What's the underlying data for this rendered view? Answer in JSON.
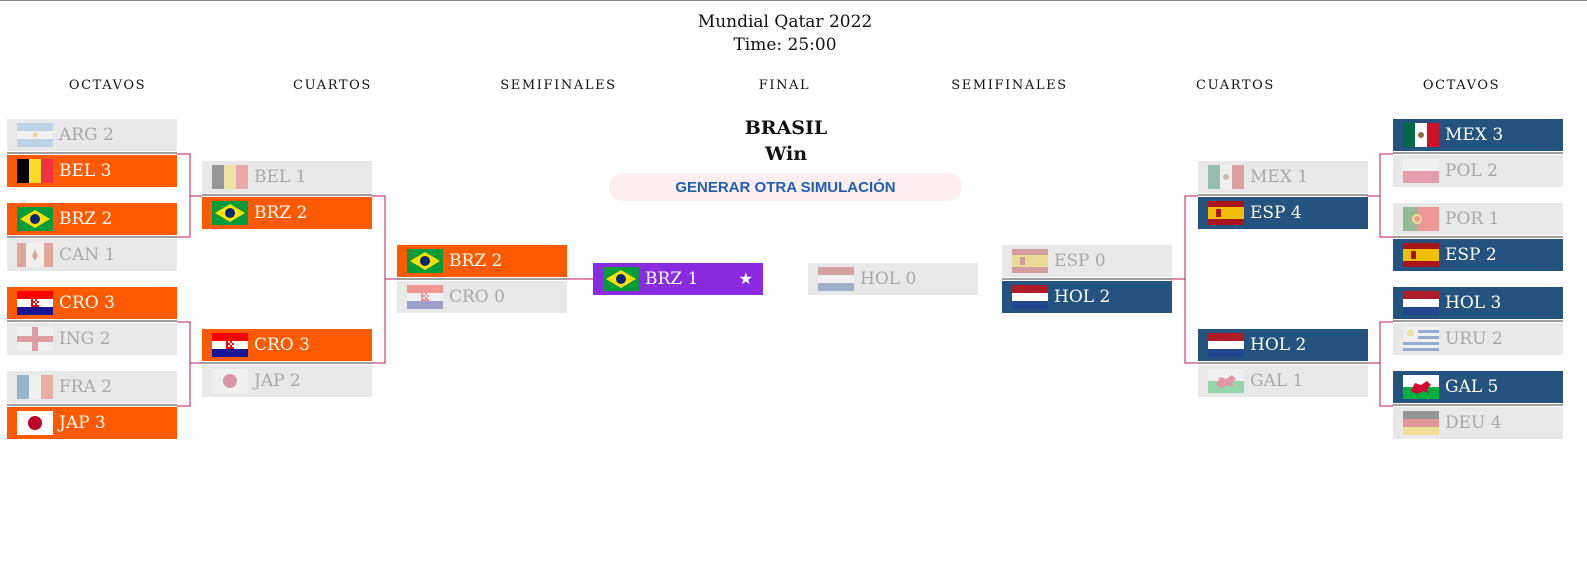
{
  "header": {
    "title": "Mundial Qatar 2022",
    "time": "Time: 25:00"
  },
  "rounds": {
    "left": [
      "OCTAVOS",
      "CUARTOS",
      "SEMIFINALES"
    ],
    "center": "FINAL",
    "right": [
      "SEMIFINALES",
      "CUARTOS",
      "OCTAVOS"
    ]
  },
  "result": {
    "champion": "BRASIL",
    "status": "Win",
    "button_label": "GENERAR OTRA SIMULACIÓN"
  },
  "colors": {
    "left_winner": "#ff5a00",
    "right_winner": "#24537f",
    "champion": "#8a2be2",
    "loser": "#e8e8e8",
    "connector": "#c2185b",
    "button_text": "#1e5fb4"
  },
  "slots": [
    {
      "id": "l16_1a",
      "flag": "arg",
      "label": "ARG 2",
      "state": "loser"
    },
    {
      "id": "l16_1b",
      "flag": "bel",
      "label": "BEL 3",
      "state": "orange"
    },
    {
      "id": "l16_2a",
      "flag": "bra",
      "label": "BRZ 2",
      "state": "orange"
    },
    {
      "id": "l16_2b",
      "flag": "can",
      "label": "CAN 1",
      "state": "loser"
    },
    {
      "id": "l16_3a",
      "flag": "cro",
      "label": "CRO 3",
      "state": "orange"
    },
    {
      "id": "l16_3b",
      "flag": "eng",
      "label": "ING 2",
      "state": "loser"
    },
    {
      "id": "l16_4a",
      "flag": "fra",
      "label": "FRA 2",
      "state": "loser"
    },
    {
      "id": "l16_4b",
      "flag": "jpn",
      "label": "JAP 3",
      "state": "orange"
    },
    {
      "id": "lqf_1a",
      "flag": "bel",
      "label": "BEL 1",
      "state": "loser"
    },
    {
      "id": "lqf_1b",
      "flag": "bra",
      "label": "BRZ 2",
      "state": "orange"
    },
    {
      "id": "lqf_2a",
      "flag": "cro",
      "label": "CRO 3",
      "state": "orange"
    },
    {
      "id": "lqf_2b",
      "flag": "jpn",
      "label": "JAP 2",
      "state": "loser"
    },
    {
      "id": "lsf_a",
      "flag": "bra",
      "label": "BRZ 2",
      "state": "orange"
    },
    {
      "id": "lsf_b",
      "flag": "cro",
      "label": "CRO 0",
      "state": "loser"
    },
    {
      "id": "final_l",
      "flag": "bra",
      "label": "BRZ 1",
      "state": "purple",
      "star": "★"
    },
    {
      "id": "final_r",
      "flag": "ned",
      "label": "HOL 0",
      "state": "loser"
    },
    {
      "id": "rsf_a",
      "flag": "esp",
      "label": "ESP 0",
      "state": "loser"
    },
    {
      "id": "rsf_b",
      "flag": "ned",
      "label": "HOL 2",
      "state": "blue"
    },
    {
      "id": "rqf_1a",
      "flag": "mex",
      "label": "MEX 1",
      "state": "loser"
    },
    {
      "id": "rqf_1b",
      "flag": "esp",
      "label": "ESP 4",
      "state": "blue"
    },
    {
      "id": "rqf_2a",
      "flag": "ned",
      "label": "HOL 2",
      "state": "blue"
    },
    {
      "id": "rqf_2b",
      "flag": "wal",
      "label": "GAL 1",
      "state": "loser"
    },
    {
      "id": "r16_1a",
      "flag": "mex",
      "label": "MEX 3",
      "state": "blue"
    },
    {
      "id": "r16_1b",
      "flag": "pol",
      "label": "POL 2",
      "state": "loser"
    },
    {
      "id": "r16_2a",
      "flag": "por",
      "label": "POR 1",
      "state": "loser"
    },
    {
      "id": "r16_2b",
      "flag": "esp",
      "label": "ESP 2",
      "state": "blue"
    },
    {
      "id": "r16_3a",
      "flag": "ned",
      "label": "HOL 3",
      "state": "blue"
    },
    {
      "id": "r16_3b",
      "flag": "uru",
      "label": "URU 2",
      "state": "loser"
    },
    {
      "id": "r16_4a",
      "flag": "wal",
      "label": "GAL 5",
      "state": "blue"
    },
    {
      "id": "r16_4b",
      "flag": "ger",
      "label": "DEU 4",
      "state": "loser"
    }
  ]
}
